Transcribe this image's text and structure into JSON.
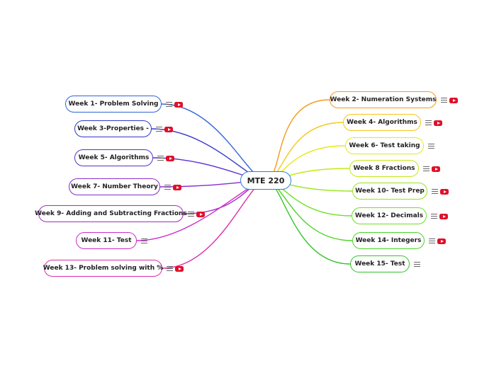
{
  "root": {
    "label": "MTE 220",
    "color": "#2f7fd6"
  },
  "left_topics": [
    {
      "label": "Week 1- Problem Solving",
      "color": "#2f63d8",
      "notes": true,
      "video": true
    },
    {
      "label": "Week 3-Properties -",
      "color": "#3437c8",
      "notes": true,
      "video": true
    },
    {
      "label": "Week 5- Algorithms",
      "color": "#5a2ed0",
      "notes": true,
      "video": true
    },
    {
      "label": "Week 7- Number Theory",
      "color": "#8a2cc8",
      "notes": true,
      "video": true
    },
    {
      "label": "Week 9- Adding and Subtracting Fractions",
      "color": "#a52cc6",
      "notes": true,
      "video": true
    },
    {
      "label": "Week 11- Test",
      "color": "#cc2ccc",
      "notes": true,
      "video": false
    },
    {
      "label": "Week 13- Problem solving with %",
      "color": "#dc2caa",
      "notes": true,
      "video": true
    }
  ],
  "right_topics": [
    {
      "label": "Week 2- Numeration Systems",
      "color": "#f39a1a",
      "notes": true,
      "video": true
    },
    {
      "label": "Week 4- Algorithms",
      "color": "#f2c818",
      "notes": true,
      "video": true
    },
    {
      "label": "Week 6- Test taking",
      "color": "#e6ea10",
      "notes": true,
      "video": false
    },
    {
      "label": "Week 8 Fractions",
      "color": "#c2ea18",
      "notes": true,
      "video": true
    },
    {
      "label": "Week 10- Test Prep",
      "color": "#94e61a",
      "notes": true,
      "video": true
    },
    {
      "label": "Week 12- Decimals",
      "color": "#6ee020",
      "notes": true,
      "video": true
    },
    {
      "label": "Week 14- Integers",
      "color": "#4ad424",
      "notes": true,
      "video": true
    },
    {
      "label": "Week 15- Test",
      "color": "#34c62a",
      "notes": true,
      "video": false
    }
  ]
}
